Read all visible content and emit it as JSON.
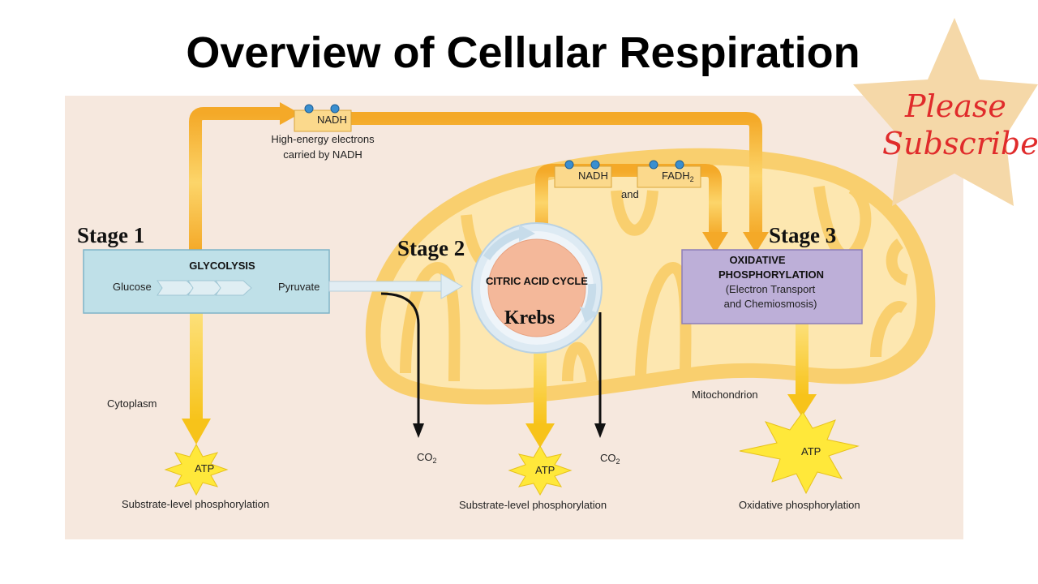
{
  "title": "Overview of Cellular Respiration",
  "badge": {
    "line1": "Please",
    "line2": "Subscribe"
  },
  "stages": {
    "stage1": "Stage 1",
    "stage2": "Stage 2",
    "stage3": "Stage 3"
  },
  "glycolysis": {
    "title": "GLYCOLYSIS",
    "input": "Glucose",
    "output": "Pyruvate"
  },
  "citric": {
    "title": "CITRIC ACID CYCLE",
    "subtitle": "Krebs"
  },
  "oxphos": {
    "line1": "OXIDATIVE",
    "line2": "PHOSPHORYLATION",
    "line3": "(Electron Transport",
    "line4": "and Chemiosmosis)"
  },
  "carriers": {
    "nadh_top": "NADH",
    "nadh_caption_1": "High-energy electrons",
    "nadh_caption_2": "carried by NADH",
    "nadh_mid": "NADH",
    "fadh": "FADH",
    "fadh_sub": "2",
    "and": "and"
  },
  "co2": {
    "label": "CO",
    "sub": "2"
  },
  "atp": {
    "label": "ATP"
  },
  "regions": {
    "cytoplasm": "Cytoplasm",
    "mitochondrion": "Mitochondrion"
  },
  "captions": {
    "stage1": "Substrate-level phosphorylation",
    "stage2": "Substrate-level phosphorylation",
    "stage3": "Oxidative phosphorylation"
  },
  "colors": {
    "background": "#f6e8de",
    "mito": "#fbd88a",
    "arrow": "#f6b93b",
    "glycolysis_box": "#bfe0e8",
    "oxphos_box": "#bdafd8",
    "krebs_fill": "#f4b89a",
    "atp_star": "#ffe83a",
    "badge_star": "#f5d8a8",
    "badge_text": "#e02b2b"
  }
}
